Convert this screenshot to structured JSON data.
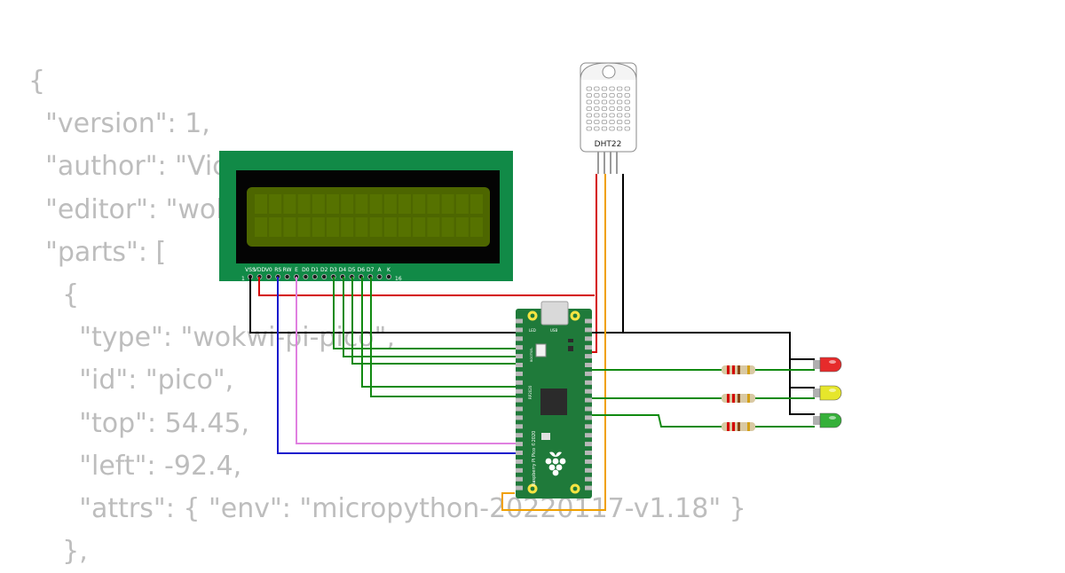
{
  "code_lines": [
    "{",
    "  \"version\": 1,",
    "  \"author\": \"Victor Vasquez\",",
    "  \"editor\": \"wokwi\",",
    "  \"parts\": [",
    "    {",
    "      \"type\": \"wokwi-pi-pico\",",
    "      \"id\": \"pico\",",
    "      \"top\": 54.45,",
    "      \"left\": -92.4,",
    "      \"attrs\": { \"env\": \"micropython-20220117-v1.18\" }",
    "    },"
  ],
  "lcd": {
    "pin_labels": [
      "VSS",
      "VDD",
      "V0",
      "RS",
      "RW",
      "E",
      "D0",
      "D1",
      "D2",
      "D3",
      "D4",
      "D5",
      "D6",
      "D7",
      "A",
      "K"
    ],
    "pin_first": "1",
    "pin_last": "16",
    "colors": {
      "pcb": "#118a47",
      "bezel": "#040404",
      "screen": "#4d6600",
      "segment": "#567200"
    }
  },
  "dht": {
    "label": "DHT22"
  },
  "pico": {
    "silk_led": "LED",
    "silk_usb": "USB",
    "silk_bootsel": "BOOTSEL",
    "silk_name": "Raspberry Pi Pico ©2020",
    "silk_chip": "RP2020",
    "colors": {
      "board": "#1f7a3a",
      "pad": "#f4e442"
    }
  },
  "leds": [
    {
      "name": "red-led",
      "color": "#e62b2b"
    },
    {
      "name": "yellow-led",
      "color": "#e6e62b"
    },
    {
      "name": "green-led",
      "color": "#36b03a"
    }
  ],
  "wire_colors": {
    "power": "#d40000",
    "ground": "#000000",
    "signal": "#118a11",
    "data": "#f0a000",
    "rs": "#1a1acc",
    "enable": "#e080e0"
  }
}
